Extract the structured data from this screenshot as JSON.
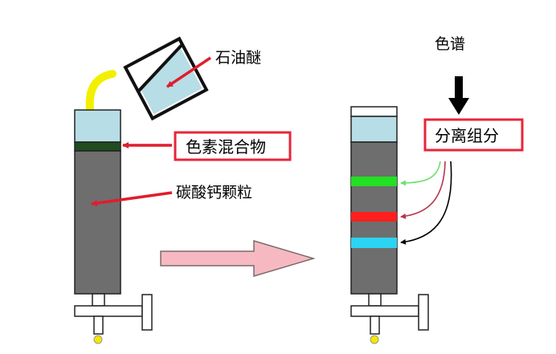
{
  "labels": {
    "solvent": "石油醚",
    "pigment_mixture": "色素混合物",
    "calcium_carbonate": "碳酸钙颗粒",
    "chromatogram": "色谱",
    "separated_components": "分离组分"
  },
  "colors": {
    "callout_border": "#e8253a",
    "arrow_red": "#e01d2e",
    "solvent_fill": "#b7dde6",
    "column_fill": "#6e6e6e",
    "pigment_band": "#1f4d1f",
    "tube_yellow": "#f2f000",
    "band_green": "#22e022",
    "band_red": "#ff1f1f",
    "band_cyan": "#2ad4f2",
    "big_arrow_fill": "#f6b9c1"
  }
}
